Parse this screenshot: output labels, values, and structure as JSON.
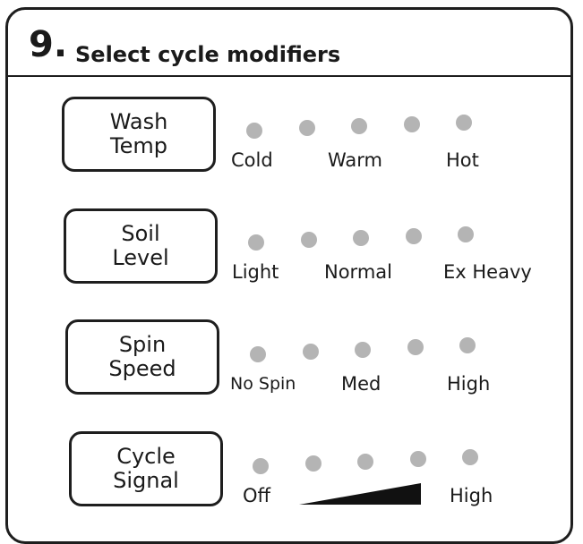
{
  "header": {
    "step_number": "9.",
    "title": "Select cycle modifiers"
  },
  "modifiers": [
    {
      "line1": "Wash",
      "line2": "Temp",
      "options": [
        "Cold",
        "Warm",
        "Hot"
      ]
    },
    {
      "line1": "Soil",
      "line2": "Level",
      "options": [
        "Light",
        "Normal",
        "Ex Heavy"
      ]
    },
    {
      "line1": "Spin",
      "line2": "Speed",
      "options": [
        "No Spin",
        "Med",
        "High"
      ]
    },
    {
      "line1": "Cycle",
      "line2": "Signal",
      "options": [
        "Off",
        "High"
      ]
    }
  ],
  "colors": {
    "border": "#1e1e1e",
    "indicator_light": "#b4b4b4",
    "ramp": "#111111"
  }
}
